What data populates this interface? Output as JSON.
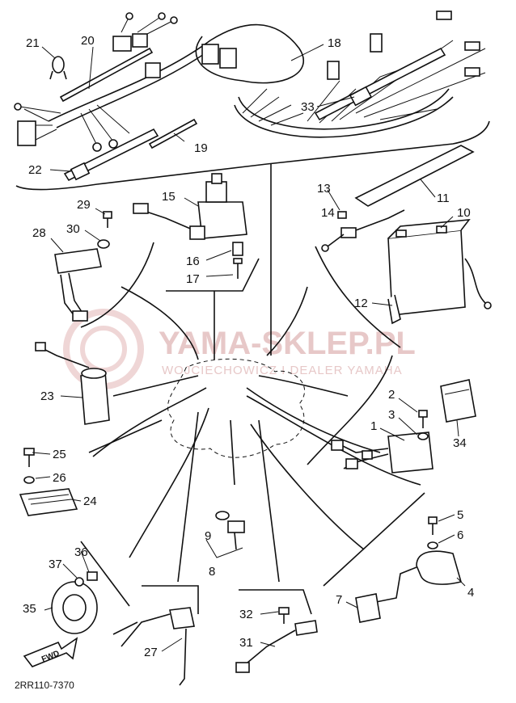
{
  "diagram": {
    "drawing_code": "2RR110-7370",
    "fwd_label": "FWD",
    "watermark": {
      "title": "YAMA-SKLEP.PL",
      "subtitle": "WOJCIECHOWICZ I DEALER YAMAHA"
    },
    "callouts": {
      "n1": "1",
      "n2": "2",
      "n3": "3",
      "n4": "4",
      "n5": "5",
      "n6": "6",
      "n7": "7",
      "n8": "8",
      "n9": "9",
      "n10": "10",
      "n11": "11",
      "n12": "12",
      "n13": "13",
      "n14": "14",
      "n15": "15",
      "n16": "16",
      "n17": "17",
      "n18": "18",
      "n19": "19",
      "n20": "20",
      "n21": "21",
      "n22": "22",
      "n23": "23",
      "n24": "24",
      "n25": "25",
      "n26": "26",
      "n27": "27",
      "n28": "28",
      "n29": "29",
      "n30": "30",
      "n31": "31",
      "n32": "32",
      "n33": "33",
      "n34": "34",
      "n35": "35",
      "n36": "36",
      "n37": "37"
    }
  }
}
